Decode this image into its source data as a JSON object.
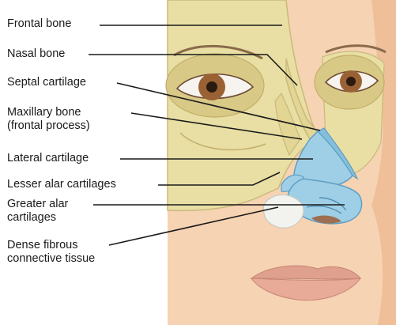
{
  "diagram": {
    "labels": [
      {
        "id": "frontal-bone",
        "lines": [
          "Frontal bone"
        ]
      },
      {
        "id": "nasal-bone",
        "lines": [
          "Nasal bone"
        ]
      },
      {
        "id": "septal-cartilage",
        "lines": [
          "Septal cartilage"
        ]
      },
      {
        "id": "maxillary-bone",
        "lines": [
          "Maxillary bone",
          "(frontal process)"
        ]
      },
      {
        "id": "lateral-cartilage",
        "lines": [
          "Lateral cartilage"
        ]
      },
      {
        "id": "lesser-alar-cartilages",
        "lines": [
          "Lesser alar cartilages"
        ]
      },
      {
        "id": "greater-alar-cartilages",
        "lines": [
          "Greater alar",
          "cartilages"
        ]
      },
      {
        "id": "dense-fibrous-connective-tissue",
        "lines": [
          "Dense fibrous",
          "connective tissue"
        ]
      }
    ],
    "colors": {
      "skin": "#f6d3b3",
      "skin_shadow": "#e8b68f",
      "bone": "#e9dfa4",
      "bone_edge": "#c9b97a",
      "cartilage": "#9fcfe6",
      "cartilage_edge": "#5f9fc4",
      "fibrous_tissue": "#f2f2ee",
      "iris": "#9a6234",
      "leader_line": "#1a1a1a"
    }
  }
}
